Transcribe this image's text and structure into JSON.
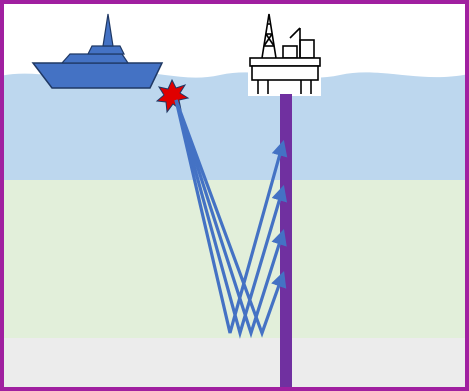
{
  "diagram": {
    "layers": [
      {
        "name": "sky",
        "color": "#ffffff"
      },
      {
        "name": "water",
        "color": "#bdd7ee"
      },
      {
        "name": "upper-formation",
        "color": "#e2efda"
      },
      {
        "name": "lower-formation",
        "color": "#ececec"
      }
    ],
    "colors": {
      "frame": "#a020a0",
      "vessel": "#4472c4",
      "vessel_outline": "#1f3864",
      "source_burst": "#e00000",
      "ray": "#4472c4",
      "well": "#7030a0",
      "platform": "#000000"
    },
    "icons": [
      "ship-icon",
      "oil-platform-icon",
      "source-burst-icon"
    ],
    "receiver_count": 4,
    "ray_count": 4
  }
}
